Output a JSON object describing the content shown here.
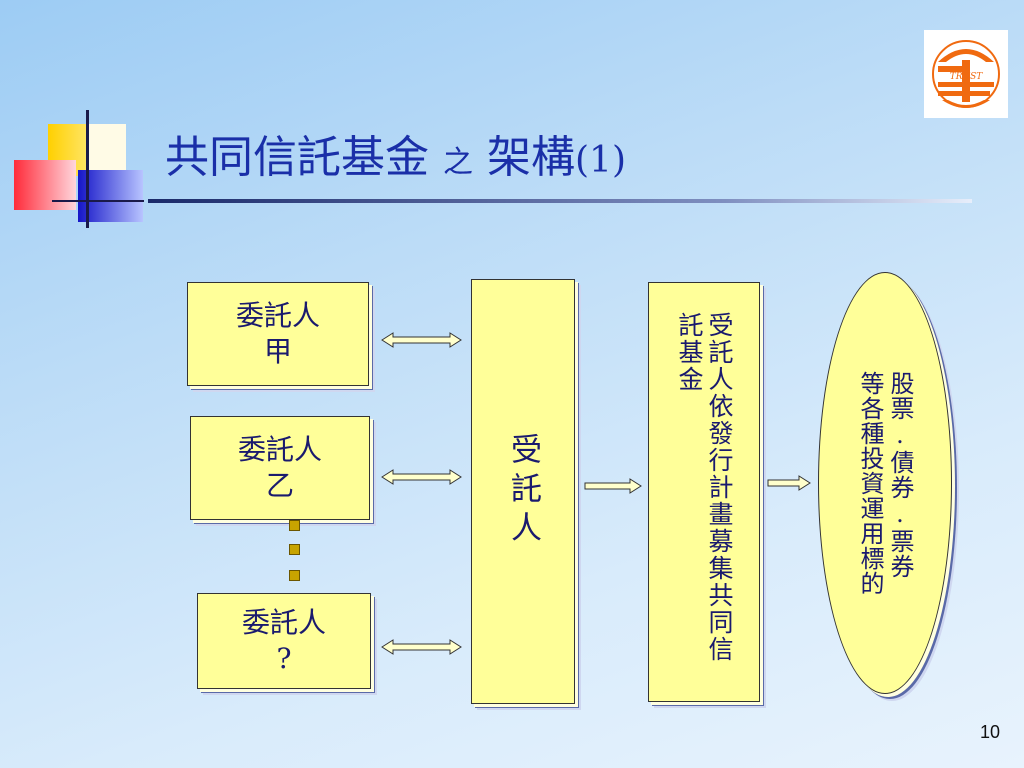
{
  "slide": {
    "title": {
      "main": "共同信託基金",
      "connector": "之",
      "sub": "架構",
      "paren": "(1)"
    },
    "logo": {
      "text": "TRUST",
      "color": "#f06a10"
    },
    "page_number": "10"
  },
  "diagram": {
    "settlors": [
      {
        "line1": "委託人",
        "line2": "甲"
      },
      {
        "line1": "委託人",
        "line2": "乙"
      },
      {
        "line1": "委託人",
        "line2": "?"
      }
    ],
    "trustee": {
      "label": "受託人"
    },
    "plan": {
      "label": "受託人依發行計畫募集共同信託基金"
    },
    "targets": {
      "label": "股票.債券.票券等各種投資運用標的"
    },
    "colors": {
      "box_fill": "#ffff99",
      "title_color": "#1a2fa8",
      "text_color": "#1a1a6e"
    }
  }
}
